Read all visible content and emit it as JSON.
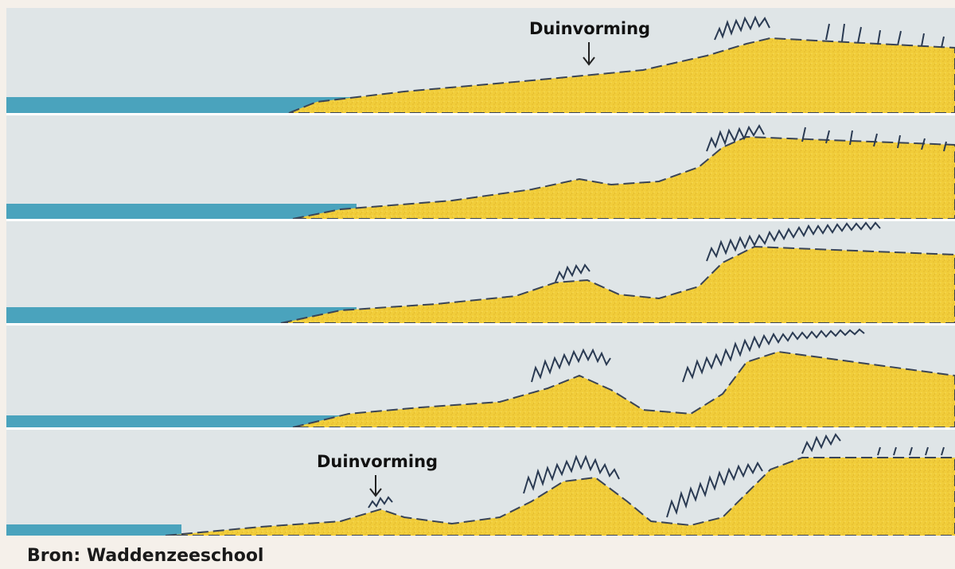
{
  "annotations": [
    {
      "label": "Duinvorming"
    },
    {
      "label": "Duinvorming"
    }
  ],
  "caption": "Bron: Waddenzeeschool",
  "colors": {
    "sky": "#dfe5e7",
    "water": "#4aa3bd",
    "sand": "#f1cd3a",
    "vegetation": "#2a3a52",
    "separator": "#ffffff",
    "background": "#f5f0ea"
  },
  "icons": {
    "arrow": "down-arrow-icon"
  }
}
